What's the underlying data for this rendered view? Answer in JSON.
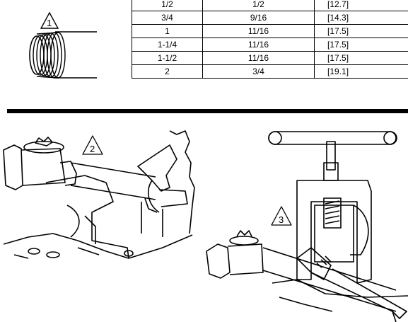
{
  "thread_table": {
    "rows": [
      {
        "pipe_size": "1/2",
        "inch": "1/2",
        "mm": "[12.7]"
      },
      {
        "pipe_size": "3/4",
        "inch": "9/16",
        "mm": "[14.3]"
      },
      {
        "pipe_size": "1",
        "inch": "11/16",
        "mm": "[17.5]"
      },
      {
        "pipe_size": "1-1/4",
        "inch": "11/16",
        "mm": "[17.5]"
      },
      {
        "pipe_size": "1-1/2",
        "inch": "11/16",
        "mm": "[17.5]"
      },
      {
        "pipe_size": "2",
        "inch": "3/4",
        "mm": "[19.1]"
      }
    ]
  },
  "callouts": {
    "step1": "1",
    "step2": "2",
    "step3": "3"
  }
}
